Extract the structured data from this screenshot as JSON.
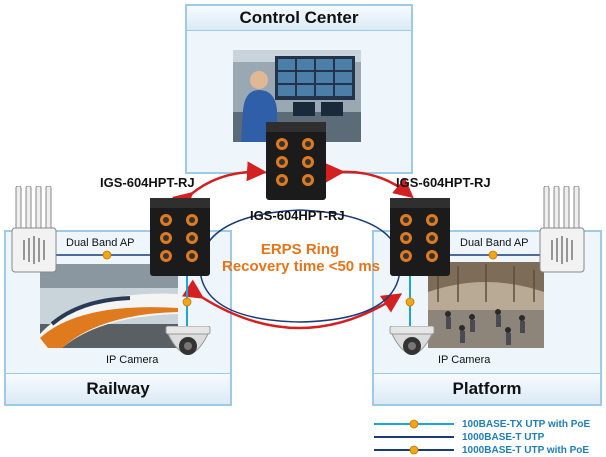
{
  "control_center": {
    "title": "Control Center"
  },
  "railway": {
    "title": "Railway"
  },
  "platform": {
    "title": "Platform"
  },
  "switches": {
    "top": "IGS-604HPT-RJ",
    "left": "IGS-604HPT-RJ",
    "right": "IGS-604HPT-RJ"
  },
  "ring": {
    "line1": "ERPS Ring",
    "line2": "Recovery time <50 ms"
  },
  "ap_left": "Dual Band AP",
  "ap_right": "Dual Band AP",
  "camera_left": "IP Camera",
  "camera_right": "IP Camera",
  "legend": {
    "items": [
      "100BASE-TX UTP with PoE",
      "1000BASE-T UTP",
      "1000BASE-T UTP with PoE"
    ]
  },
  "colors": {
    "ring": "#d42020",
    "poe_line": "#1aa6d6",
    "utp_line": "#1a3a7a",
    "poe_dot": "#f2a516",
    "ring_text": "#e8741a"
  }
}
